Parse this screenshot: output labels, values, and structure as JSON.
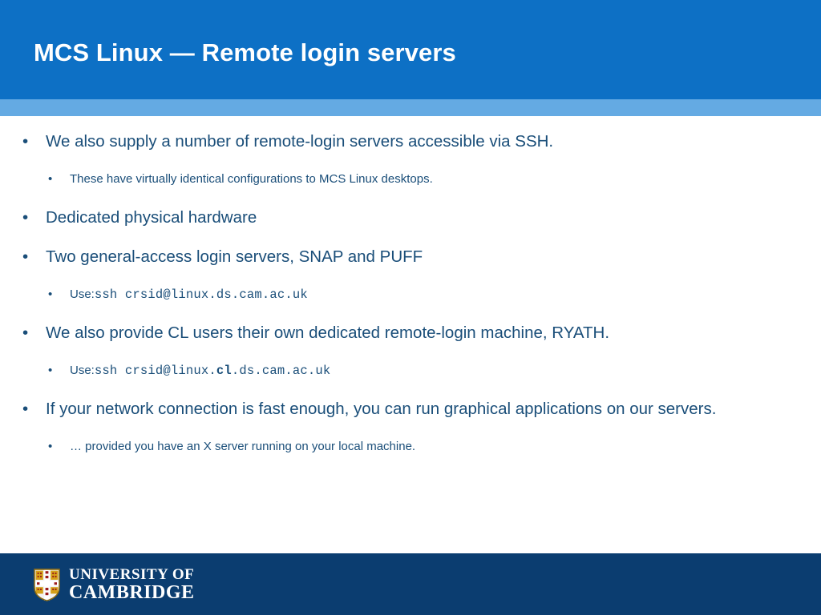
{
  "slide": {
    "title": "MCS Linux — Remote login servers",
    "theme": {
      "header_blue": "#0d70c5",
      "accent_blue": "#64aae3",
      "footer_navy": "#0b3d70",
      "text_navy": "#1a4e79",
      "background": "#ffffff"
    }
  },
  "content": {
    "bullets": [
      {
        "level": 1,
        "text": "We also supply a number of remote-login servers accessible via SSH."
      },
      {
        "level": 2,
        "text": "These have virtually identical configurations to MCS Linux desktops."
      },
      {
        "level": 1,
        "text": "Dedicated physical hardware"
      },
      {
        "level": 1,
        "text": "Two general-access login servers, SNAP and PUFF"
      },
      {
        "level": 2,
        "label": "Use:",
        "command_parts": [
          {
            "text": "ssh crsid@linux.ds.cam.ac.uk",
            "bold": false
          }
        ]
      },
      {
        "level": 1,
        "text": "We also provide CL users their own dedicated remote-login machine, RYATH."
      },
      {
        "level": 2,
        "label": "Use:",
        "command_parts": [
          {
            "text": "ssh crsid@linux.",
            "bold": false
          },
          {
            "text": "cl",
            "bold": true
          },
          {
            "text": ".ds.cam.ac.uk",
            "bold": false
          }
        ]
      },
      {
        "level": 1,
        "text": "If your network connection is fast enough, you can run graphical applications on our servers."
      },
      {
        "level": 2,
        "text": "… provided you have an X server running on your local machine."
      }
    ],
    "bullet_marker": "•"
  },
  "footer": {
    "logo": {
      "icon": "cambridge-crest-icon",
      "line1": "UNIVERSITY OF",
      "line2": "CAMBRIDGE"
    }
  }
}
